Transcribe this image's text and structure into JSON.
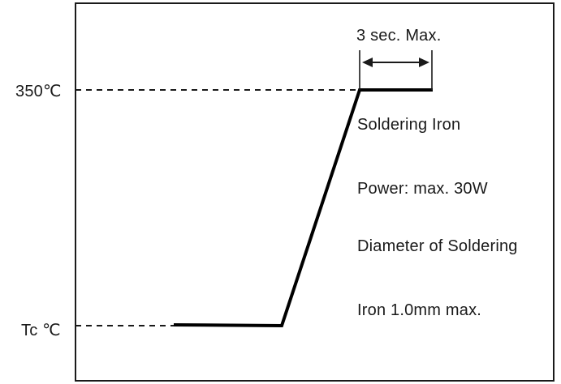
{
  "diagram": {
    "y_labels": {
      "high": "350℃",
      "low": "Tc ℃"
    },
    "duration_label": "3 sec. Max.",
    "notes": [
      "Soldering Iron",
      "Power: max. 30W",
      "Diameter of Soldering",
      "Iron 1.0mm max."
    ]
  }
}
